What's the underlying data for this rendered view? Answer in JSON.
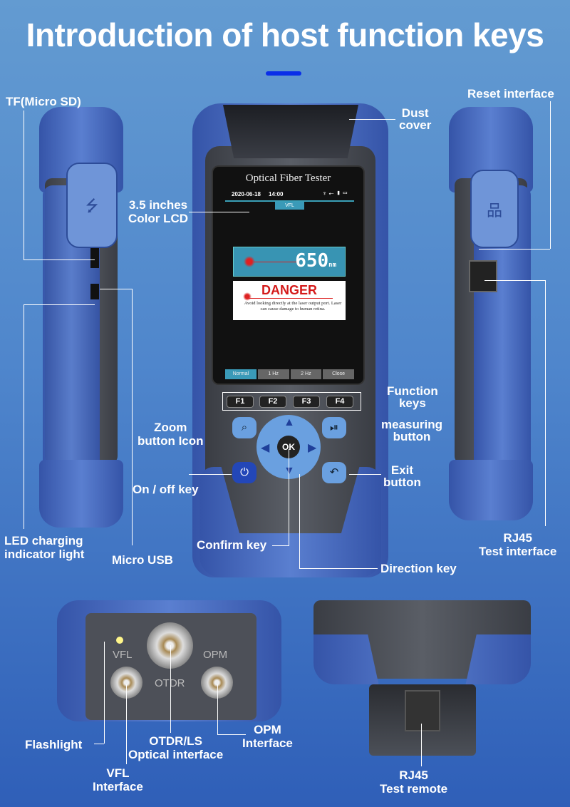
{
  "title": "Introduction of host function keys",
  "colors": {
    "accent": "#0a2ee8",
    "body_blue": "#4a6fc4",
    "body_grey": "#4a4d54",
    "lcd_teal": "#3894b3",
    "danger_red": "#d41a1a"
  },
  "labels": {
    "tf": "TF(Micro SD)",
    "reset": "Reset interface",
    "dust": "Dust\ncover",
    "lcd": "3.5 inches\nColor LCD",
    "function_keys": "Function\nkeys",
    "zoom": "Zoom\nbutton Icon",
    "measuring": "measuring\nbutton",
    "onoff": "On / off key",
    "exit": "Exit\nbutton",
    "led": "LED charging\nindicator light",
    "micro_usb": "Micro USB",
    "confirm": "Confirm key",
    "direction": "Direction key",
    "rj45": "RJ45\nTest interface",
    "flashlight": "Flashlight",
    "otdr": "OTDR/LS\nOptical interface",
    "opm": "OPM\nInterface",
    "vfl": "VFL\nInterface",
    "rj45_remote": "RJ45\nTest remote"
  },
  "screen": {
    "title": "Optical Fiber Tester",
    "date": "2020-06-18",
    "time": "14:00",
    "status_icons": [
      "flashlight-icon",
      "usb-icon",
      "sd-card-icon",
      "battery-icon"
    ],
    "tab": "VFL",
    "wavelength": "650",
    "unit": "nm",
    "danger_title": "DANGER",
    "danger_text": "Avoid looking directly at the laser output port. Laser can cause damage to human retina.",
    "modes": [
      "Normal",
      "1 Hz",
      "2 Hz",
      "Close"
    ],
    "selected_mode": "Normal"
  },
  "keys": {
    "f": [
      "F1",
      "F2",
      "F3",
      "F4"
    ],
    "ok": "OK"
  },
  "ports": {
    "vfl": "VFL",
    "otdr": "OTDR",
    "opm": "OPM"
  }
}
